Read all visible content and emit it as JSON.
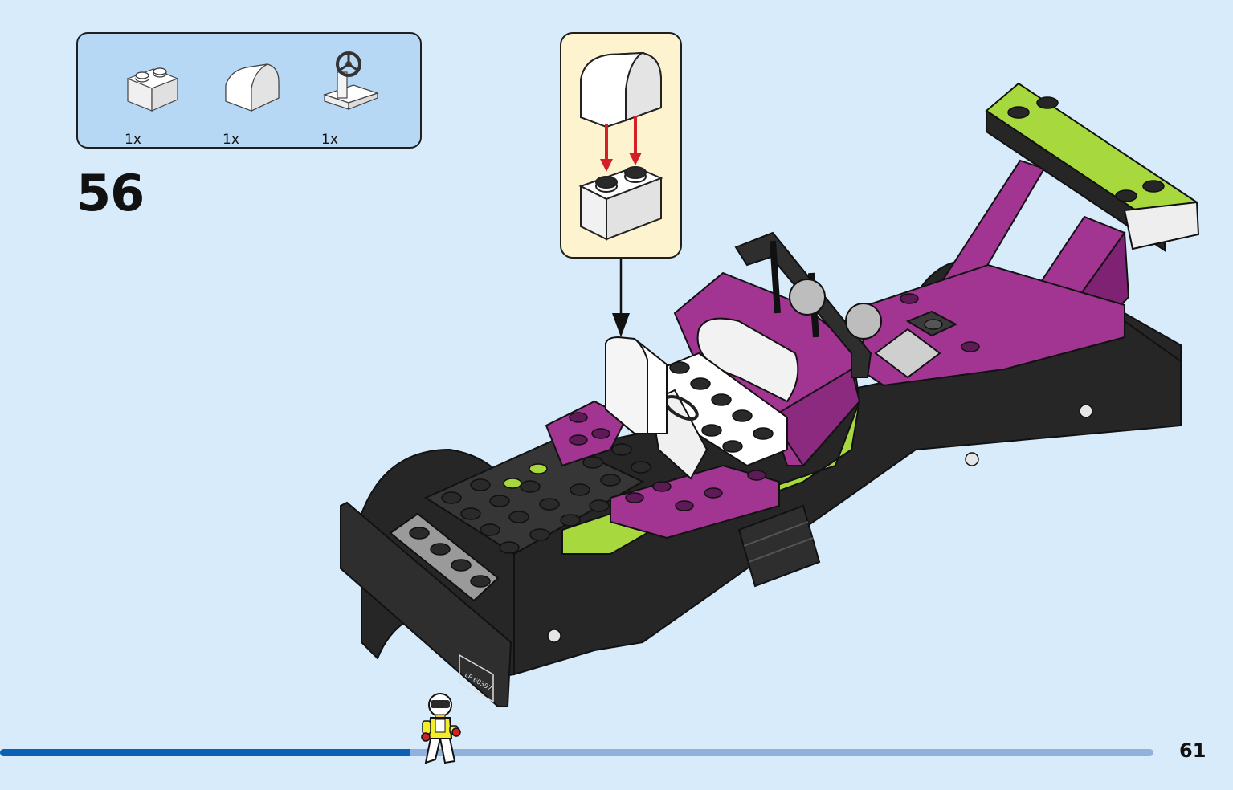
{
  "parts_list": {
    "items": [
      {
        "name": "white-brick-1x2-icon",
        "qty": "1x"
      },
      {
        "name": "white-curved-slope-1x2-icon",
        "qty": "1x"
      },
      {
        "name": "white-steering-wheel-plate-icon",
        "qty": "1x"
      }
    ]
  },
  "step": {
    "number": "56"
  },
  "callout": {
    "description": "curved slope onto 1x2 brick"
  },
  "model": {
    "license_plate": "LP 60397"
  },
  "page": {
    "number": "61",
    "progress": 0.355
  },
  "colors": {
    "background": "#d7ebfb",
    "parts_box": "#b7d8f5",
    "callout_box": "#fdf4cf",
    "magenta": "#a23492",
    "lime": "#a7d93f",
    "black": "#262626",
    "progress": "#0b62b5",
    "progress_track": "#8fb1dc",
    "arrow_red": "#d31f26"
  }
}
